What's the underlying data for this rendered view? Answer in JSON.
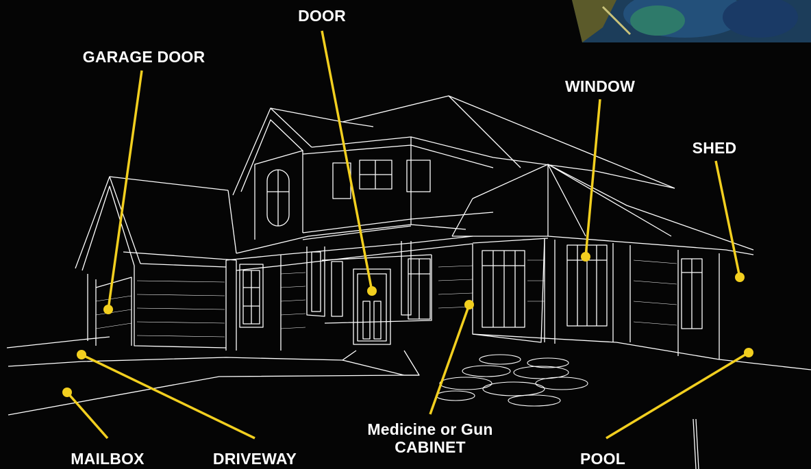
{
  "colors": {
    "background": "#050505",
    "line": "#ffffff",
    "callout": "#f2cf1f"
  },
  "labels": {
    "door": "DOOR",
    "garage_door": "GARAGE DOOR",
    "window": "WINDOW",
    "shed": "SHED",
    "mailbox": "MAILBOX",
    "driveway": "DRIVEWAY",
    "cabinet_line1": "Medicine or Gun",
    "cabinet_line2": "CABINET",
    "pool": "POOL"
  }
}
